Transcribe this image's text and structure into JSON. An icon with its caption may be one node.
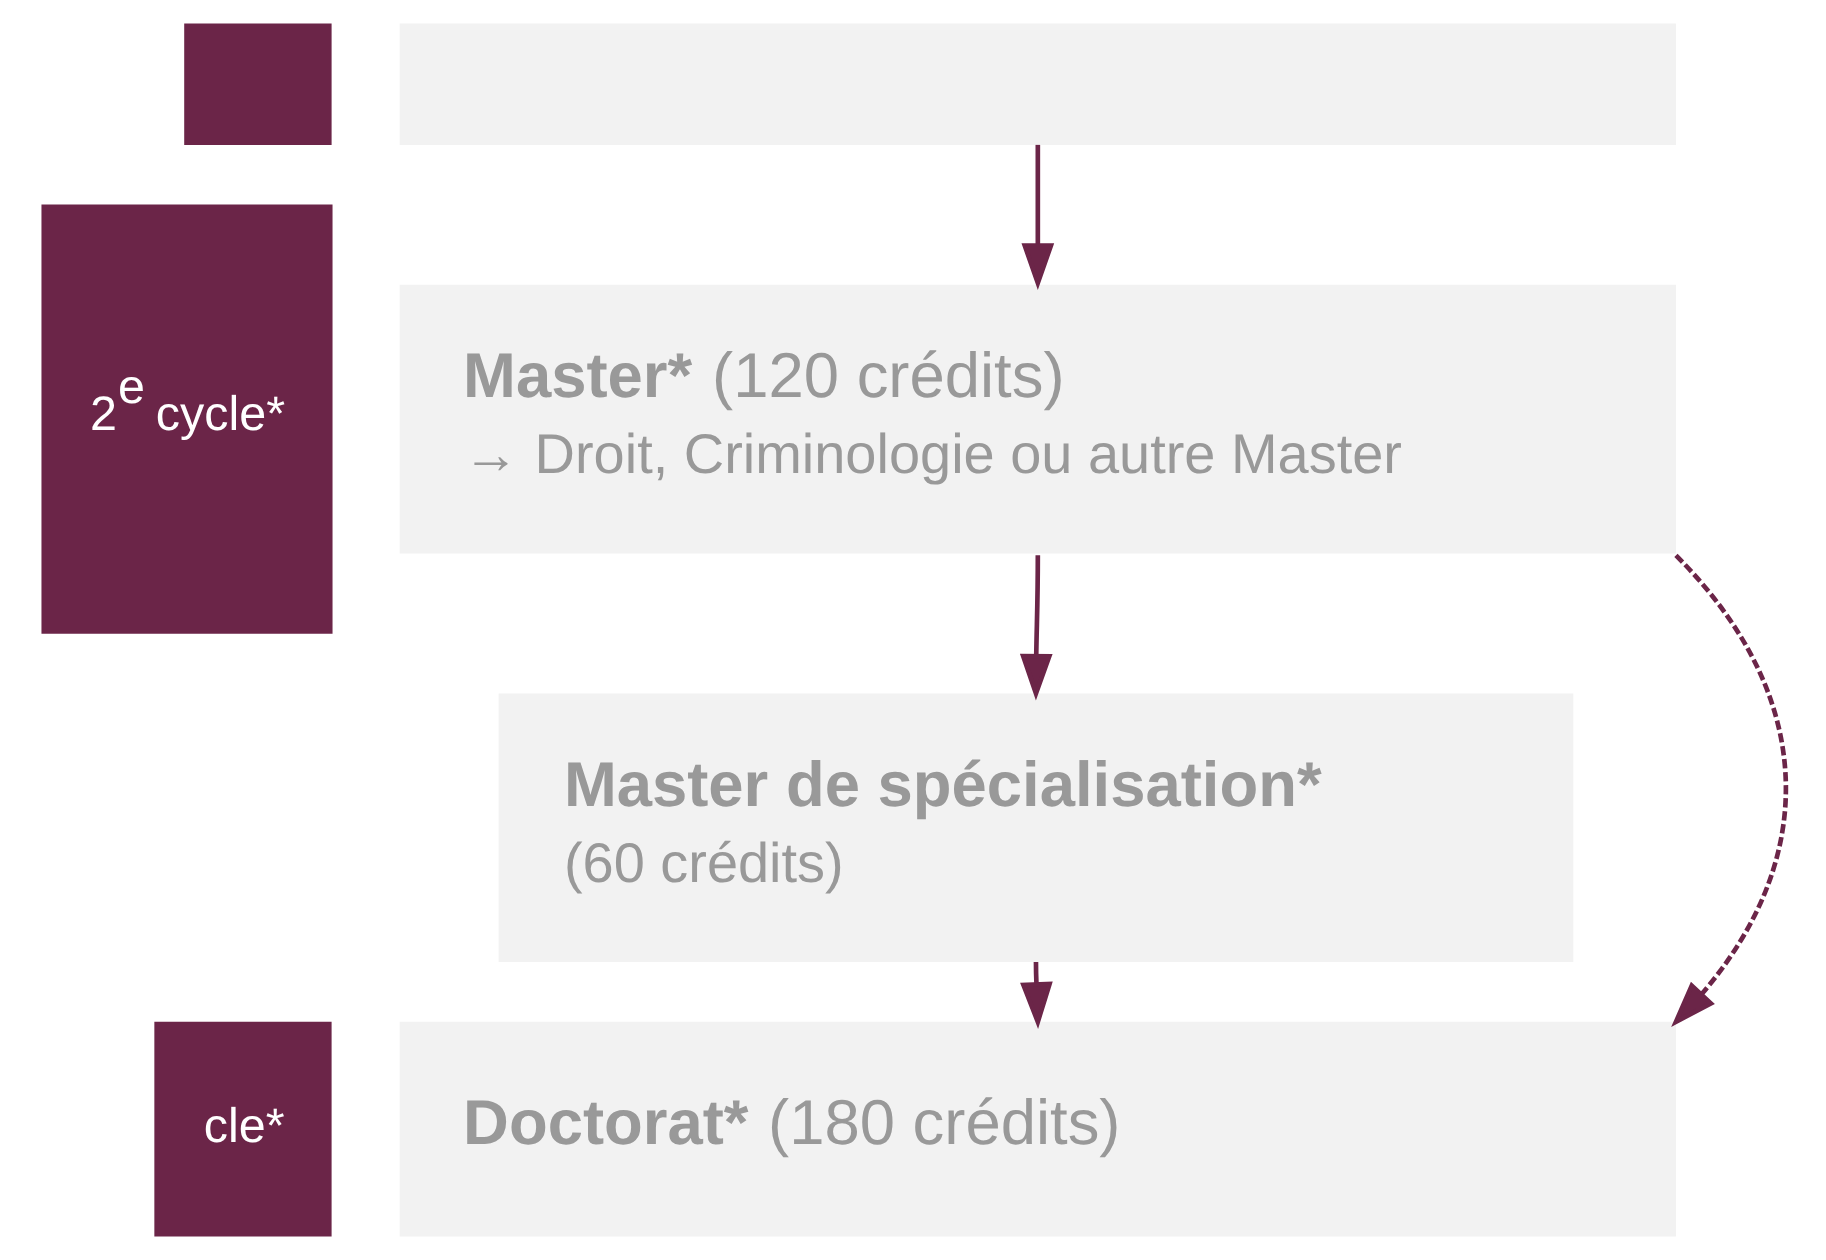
{
  "diagram": {
    "nodes": [
      {
        "text": [],
        "shape": "box"
      },
      {
        "text": [],
        "shape": "box"
      },
      {
        "text": [
          "2$^{e}$ cycle*"
        ]
      },
      {
        "text": [
          "**Master*** (120 crédits)",
          "→ Droit, Criminologie ou autre Master"
        ]
      },
      {
        "text": [
          "Master de spécialisation*",
          "(60 crédits)"
        ]
      },
      {
        "text": [
          "cle*"
        ]
      },
      {
        "text": [
          "**Doctorat*** (180 crédits)"
        ]
      }
    ],
    "edges": [
      {
        "from": 1,
        "to": 3,
        "arrow": "to"
      },
      {
        "from": 3,
        "to": 4,
        "arrow": "to"
      },
      {
        "from": 4,
        "to": 6,
        "arrow": "to"
      },
      {
        "from": 3,
        "to": 6,
        "arrow": "to",
        "style": "dashed"
      }
    ]
  }
}
